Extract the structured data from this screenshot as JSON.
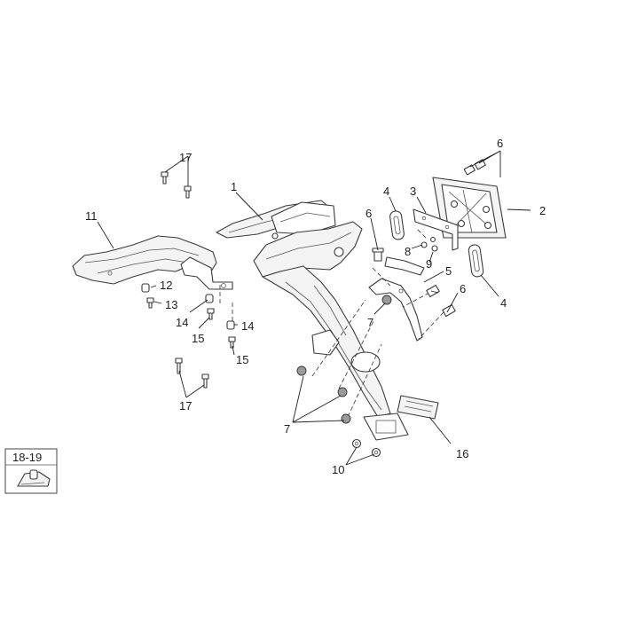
{
  "callouts": {
    "c1": "1",
    "c2": "2",
    "c3": "3",
    "c4a": "4",
    "c4b": "4",
    "c5": "5",
    "c6a": "6",
    "c6b": "6",
    "c6c": "6",
    "c7a": "7",
    "c7b": "7",
    "c8": "8",
    "c9": "9",
    "c10": "10",
    "c11": "11",
    "c12": "12",
    "c13": "13",
    "c14a": "14",
    "c14b": "14",
    "c15a": "15",
    "c15b": "15",
    "c16": "16",
    "c17a": "17",
    "c17b": "17"
  },
  "reference_box": {
    "label": "18-19"
  }
}
